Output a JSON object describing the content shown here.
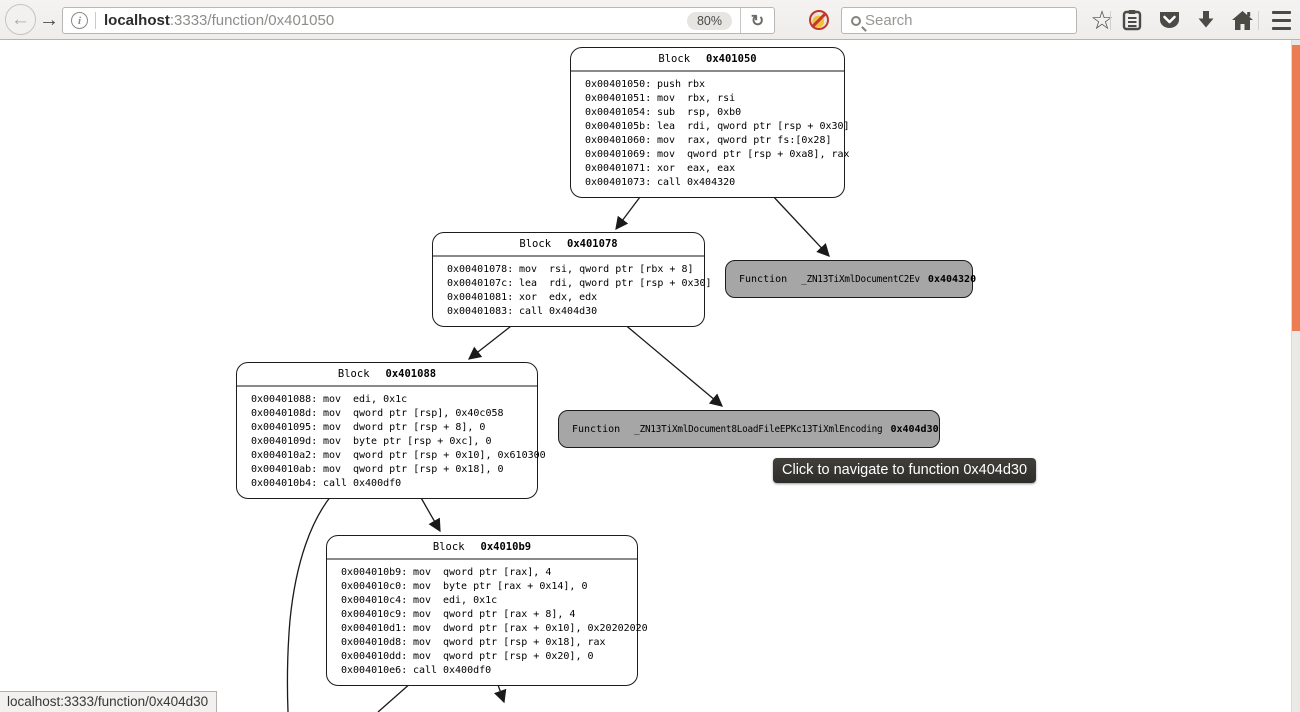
{
  "browser": {
    "url": {
      "host": "localhost",
      "rest": ":3333/function/0x401050"
    },
    "zoom_level": "80%",
    "search_placeholder": "Search",
    "status_text": "localhost:3333/function/0x404d30",
    "icons": {
      "back": "←",
      "forward": "→",
      "reload": "↻",
      "info": "i",
      "star": "☆"
    }
  },
  "graph": {
    "tooltip": "Click to navigate to function 0x404d30",
    "blocks": [
      {
        "label": "Block",
        "address": "0x401050",
        "instructions": [
          [
            "0x00401050:",
            "push",
            "rbx"
          ],
          [
            "0x00401051:",
            "mov",
            "rbx, rsi"
          ],
          [
            "0x00401054:",
            "sub",
            "rsp, 0xb0"
          ],
          [
            "0x0040105b:",
            "lea",
            "rdi, qword ptr [rsp + 0x30]"
          ],
          [
            "0x00401060:",
            "mov",
            "rax, qword ptr fs:[0x28]"
          ],
          [
            "0x00401069:",
            "mov",
            "qword ptr [rsp + 0xa8], rax"
          ],
          [
            "0x00401071:",
            "xor",
            "eax, eax"
          ],
          [
            "0x00401073:",
            "call",
            "0x404320"
          ]
        ]
      },
      {
        "label": "Block",
        "address": "0x401078",
        "instructions": [
          [
            "0x00401078:",
            "mov",
            "rsi, qword ptr [rbx + 8]"
          ],
          [
            "0x0040107c:",
            "lea",
            "rdi, qword ptr [rsp + 0x30]"
          ],
          [
            "0x00401081:",
            "xor",
            "edx, edx"
          ],
          [
            "0x00401083:",
            "call",
            "0x404d30"
          ]
        ]
      },
      {
        "label": "Block",
        "address": "0x401088",
        "instructions": [
          [
            "0x00401088:",
            "mov",
            "edi, 0x1c"
          ],
          [
            "0x0040108d:",
            "mov",
            "qword ptr [rsp], 0x40c058"
          ],
          [
            "0x00401095:",
            "mov",
            "dword ptr [rsp + 8], 0"
          ],
          [
            "0x0040109d:",
            "mov",
            "byte ptr [rsp + 0xc], 0"
          ],
          [
            "0x004010a2:",
            "mov",
            "qword ptr [rsp + 0x10], 0x610300"
          ],
          [
            "0x004010ab:",
            "mov",
            "qword ptr [rsp + 0x18], 0"
          ],
          [
            "0x004010b4:",
            "call",
            "0x400df0"
          ]
        ]
      },
      {
        "label": "Block",
        "address": "0x4010b9",
        "instructions": [
          [
            "0x004010b9:",
            "mov",
            "qword ptr [rax], 4"
          ],
          [
            "0x004010c0:",
            "mov",
            "byte ptr [rax + 0x14], 0"
          ],
          [
            "0x004010c4:",
            "mov",
            "edi, 0x1c"
          ],
          [
            "0x004010c9:",
            "mov",
            "qword ptr [rax + 8], 4"
          ],
          [
            "0x004010d1:",
            "mov",
            "dword ptr [rax + 0x10], 0x20202020"
          ],
          [
            "0x004010d8:",
            "mov",
            "qword ptr [rsp + 0x18], rax"
          ],
          [
            "0x004010dd:",
            "mov",
            "qword ptr [rsp + 0x20], 0"
          ],
          [
            "0x004010e6:",
            "call",
            "0x400df0"
          ]
        ]
      }
    ],
    "functions": [
      {
        "label": "Function",
        "name": "_ZN13TiXmlDocumentC2Ev",
        "address": "0x404320"
      },
      {
        "label": "Function",
        "name": "_ZN13TiXmlDocument8LoadFileEPKc13TiXmlEncoding",
        "address": "0x404d30"
      }
    ],
    "colors": {
      "block_bg": "#ffffff",
      "function_bg": "#a6a6a6",
      "edge": "#1a1a1a",
      "tooltip_bg": "#36342f",
      "scroll_thumb": "#ec7d52"
    }
  }
}
